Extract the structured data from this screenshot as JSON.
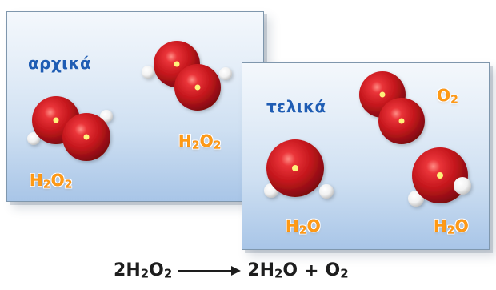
{
  "panels": {
    "initial": {
      "title": "αρχικά",
      "labels": {
        "bottom_left": {
          "main": "H",
          "sub1": "2",
          "mid": "O",
          "sub2": "2"
        },
        "right": {
          "main": "H",
          "sub1": "2",
          "mid": "O",
          "sub2": "2"
        }
      }
    },
    "final": {
      "title": "τελικά",
      "labels": {
        "top_right": {
          "main": "O",
          "sub1": "2"
        },
        "bottom_left": {
          "main": "H",
          "sub1": "2",
          "mid": "O"
        },
        "bottom_right": {
          "main": "H",
          "sub1": "2",
          "mid": "O"
        }
      }
    }
  },
  "equation": {
    "left_coeff": "2",
    "left_main": "H",
    "left_sub1": "2",
    "left_mid": "O",
    "left_sub2": "2",
    "right_coeff": "2",
    "right_main": "H",
    "right_sub1": "2",
    "right_mid": "O",
    "plus": "+",
    "o2_main": "O",
    "o2_sub": "2"
  },
  "colors": {
    "oxygen": "#c4161c",
    "oxygen_dark": "#7e0c10",
    "oxygen_light": "#f04c4f",
    "hydrogen": "#f1f1f1",
    "hydrogen_shadow": "#bdbdbd",
    "label": "#ff9a14",
    "title": "#1f5db4"
  }
}
